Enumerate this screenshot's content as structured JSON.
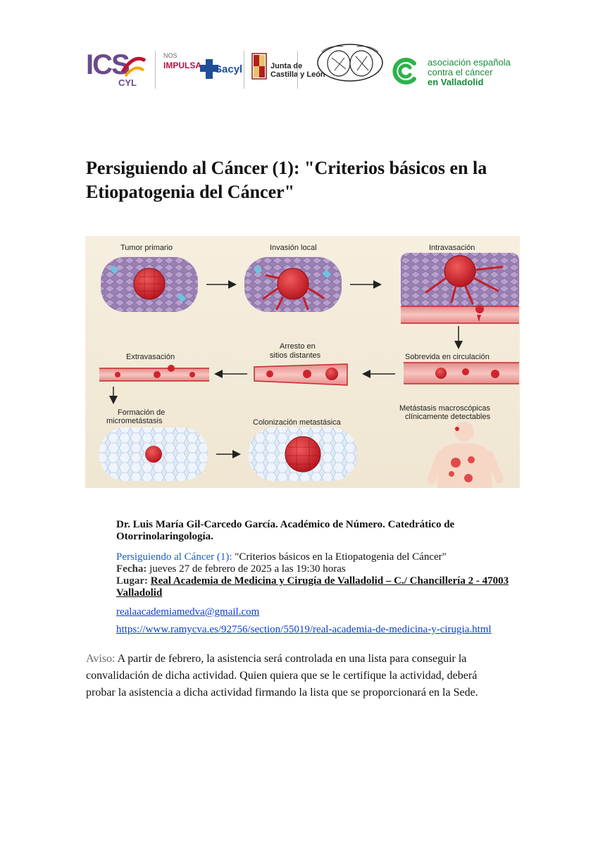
{
  "logos": {
    "ics_main": "ICS",
    "ics_sub": "CYL",
    "nos": "NOS",
    "impulsa": "IMPULSA",
    "sacyl": "Sacyl",
    "junta_line1": "Junta de",
    "junta_line2": "Castilla y León",
    "aecc_line1": "asociación española",
    "aecc_line2": "contra el cáncer",
    "aecc_line3": "en Valladolid",
    "colors": {
      "ics": "#6b4a8a",
      "impulsa": "#b2124a",
      "sacyl": "#1f4e9b",
      "aecc": "#1a8a3a"
    }
  },
  "title": "Persiguiendo al Cáncer (1): \"Criterios básicos en la Etiopatogenia del Cáncer\"",
  "figure": {
    "labels": {
      "tumor_primario": "Tumor primario",
      "invasion_local": "Invasión local",
      "intravasacion": "Intravasación",
      "extravasacion": "Extravasación",
      "arresto_1": "Arresto en",
      "arresto_2": "sitios distantes",
      "sobrevida": "Sobrevida en circulación",
      "formacion_1": "Formación de",
      "formacion_2": "micrometástasis",
      "colonizacion": "Colonización metastásica",
      "metastasis_1": "Metástasis macroscópicas",
      "metastasis_2": "clínicamente detectables"
    }
  },
  "speaker": "Dr. Luis María Gil-Carcedo García. Académico de Número. Catedrático de Otorrinolaringología.",
  "event": {
    "series": "Persiguiendo al Cáncer (1): ",
    "topic": "\"Criterios básicos en la Etiopatogenia del Cáncer\"",
    "fecha_label": "Fecha:",
    "fecha_value": " jueves 27 de febrero de 2025 a las 19:30 horas",
    "lugar_label": "Lugar:",
    "lugar_value": "Real Academia de Medicina y Cirugía de Valladolid   – C./ Chancillería 2 - 47003 Valladolid"
  },
  "contact": {
    "email": "realaacademiamedva@gmail.com",
    "url": "https://www.ramycva.es/92756/section/55019/real-academia-de-medicina-y-cirugia.html"
  },
  "aviso": {
    "label": "Aviso:",
    "text": " A partir de febrero, la asistencia será controlada en una lista para conseguir la convalidación de dicha actividad. Quien quiera que se le certifique la actividad, deberá probar la asistencia a dicha actividad firmando la lista que se proporcionará en la Sede."
  }
}
